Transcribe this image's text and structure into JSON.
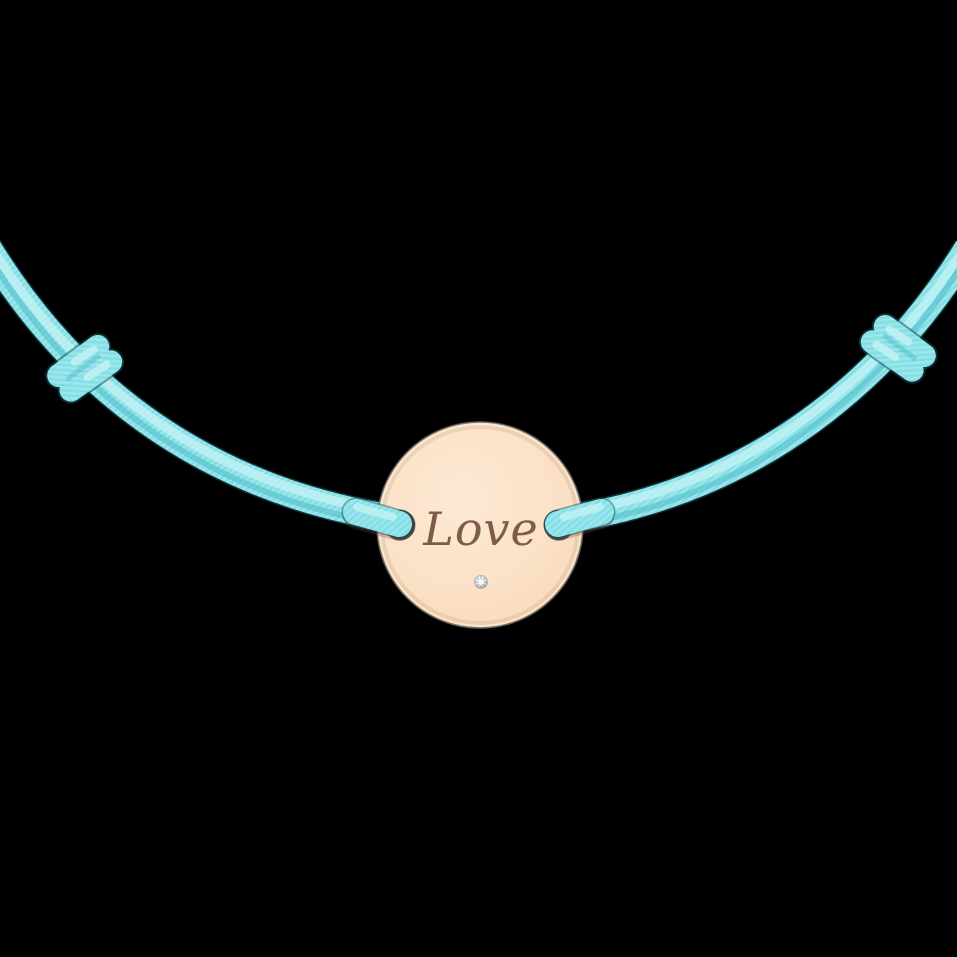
{
  "scene": {
    "description": "Product photo of a bracelet: light turquoise knotted cord with a round rose-gold disc pendant engraved with a word and set with a tiny diamond, on a black background",
    "background_color": "#000000"
  },
  "bracelet": {
    "cord": {
      "material": "woven-cord",
      "color": "#8DE4E9",
      "highlight_color": "#C9F3F5",
      "shadow_color": "#4FB9C8",
      "outline_color": "#16505C",
      "knot_count": 2
    },
    "pendant": {
      "shape": "round-disc",
      "metal_color": "#FBE1C7",
      "metal_color_light": "#FDE9D4",
      "metal_color_edge": "#F2D0AD",
      "rim_color": "#6E675F",
      "hole_color": "#1A1A1A",
      "engraving_text": "Love",
      "engraving_color": "#7D5C48",
      "gem": "diamond",
      "gem_color": "#EDEDED"
    }
  }
}
